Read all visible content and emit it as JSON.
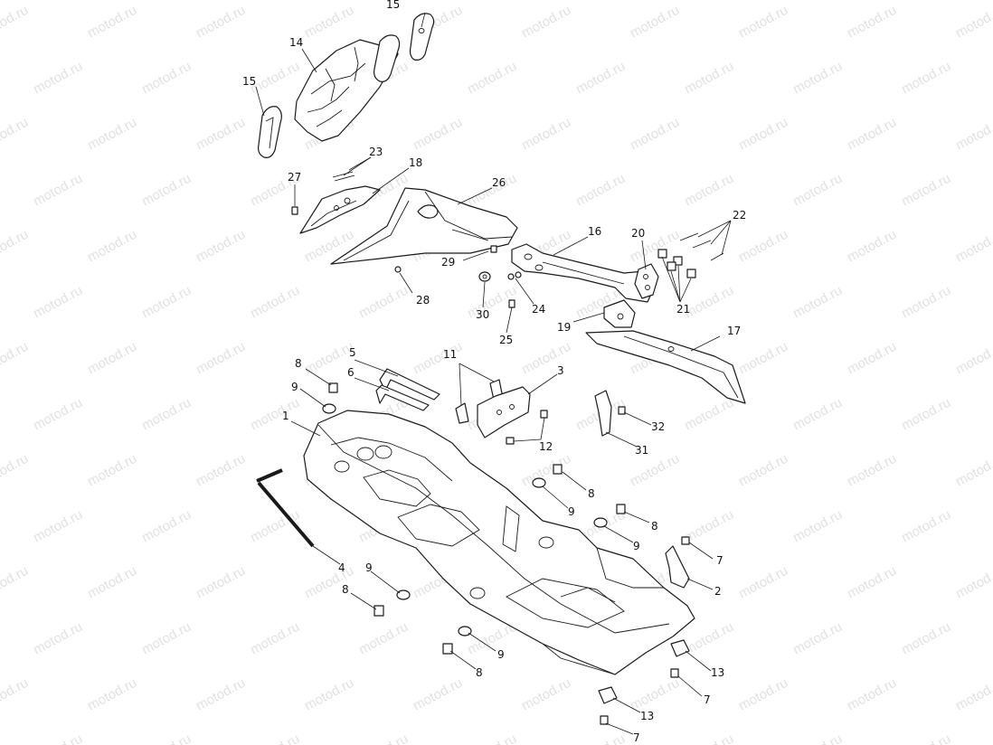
{
  "watermark": "motod.ru",
  "callouts": {
    "c1": "1",
    "c2": "2",
    "c3": "3",
    "c4": "4",
    "c5": "5",
    "c6": "6",
    "c7a": "7",
    "c7b": "7",
    "c7c": "7",
    "c8a": "8",
    "c8b": "8",
    "c8c": "8",
    "c8d": "8",
    "c8e": "8",
    "c9a": "9",
    "c9b": "9",
    "c9c": "9",
    "c9d": "9",
    "c9e": "9",
    "c11": "11",
    "c12": "12",
    "c13a": "13",
    "c13b": "13",
    "c14": "14",
    "c15a": "15",
    "c15b": "15",
    "c16": "16",
    "c17": "17",
    "c18": "18",
    "c19": "19",
    "c20": "20",
    "c21": "21",
    "c22": "22",
    "c23": "23",
    "c24": "24",
    "c25": "25",
    "c26": "26",
    "c27": "27",
    "c28": "28",
    "c29": "29",
    "c30": "30",
    "c31": "31",
    "c32": "32"
  }
}
